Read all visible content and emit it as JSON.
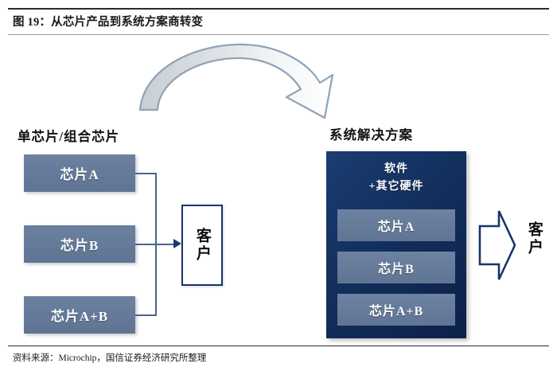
{
  "figure": {
    "title": "图 19：从芯片产品到系统方案商转变",
    "source": "资料来源：Microchip，国信证券经济研究所整理"
  },
  "left_flow": {
    "heading": "单芯片/组合芯片",
    "chips": [
      {
        "label": "芯片A"
      },
      {
        "label": "芯片B"
      },
      {
        "label": "芯片A+B"
      }
    ],
    "customer": "客户"
  },
  "right_flow": {
    "heading": "系统解决方案",
    "panel_caption": "软件\n+其它硬件",
    "chips": [
      {
        "label": "芯片A"
      },
      {
        "label": "芯片B"
      },
      {
        "label": "芯片A+B"
      }
    ],
    "customer": "客户"
  },
  "colors": {
    "chip_fill": "#64799a",
    "panel_navy": "#13305e",
    "outline_navy": "#17356a",
    "connector": "#4a6590",
    "curved_arrow_outline": "#8fa3b8",
    "curved_arrow_fill": "#cdd2d6"
  }
}
